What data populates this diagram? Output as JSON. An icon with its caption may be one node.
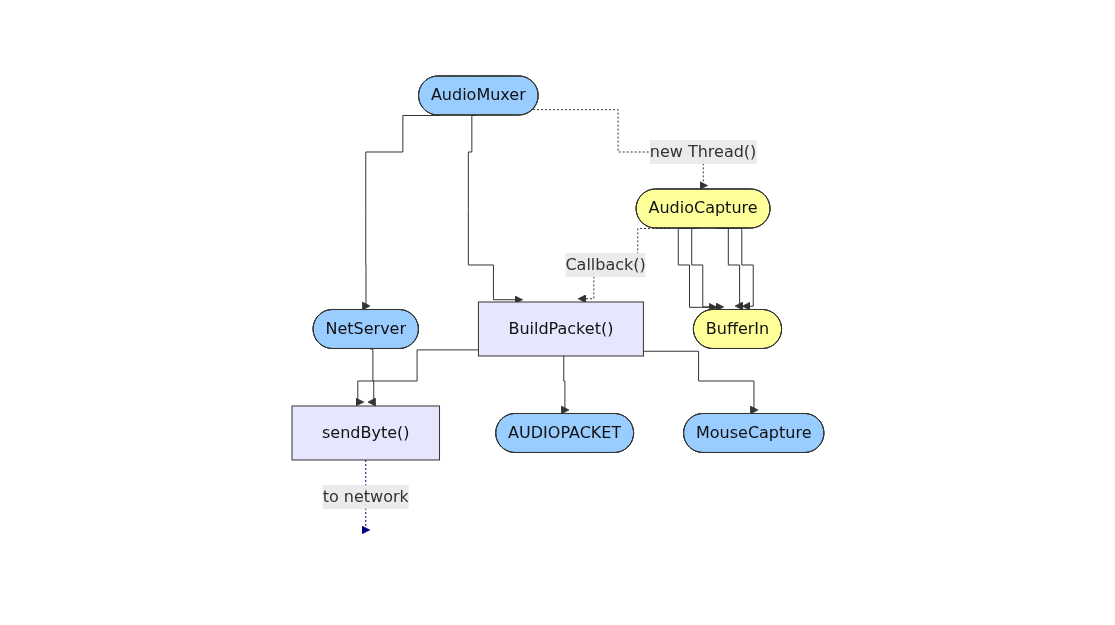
{
  "diagram": {
    "nodes": [
      {
        "text": [
          "AudioMuxer"
        ]
      },
      {
        "text": [
          "AudioCapture"
        ]
      },
      {
        "text": [
          "NetServer"
        ]
      },
      {
        "text": [
          "BuildPacket()"
        ]
      },
      {
        "text": [
          "BufferIn"
        ]
      },
      {
        "text": [
          "sendByte()"
        ]
      },
      {
        "text": [
          "AUDIOPACKET"
        ]
      },
      {
        "text": [
          "MouseCapture"
        ]
      }
    ],
    "edges": [
      {
        "from": 0,
        "to": 1,
        "arrow": "to",
        "label": "new Thread()",
        "style": "dashed"
      },
      {
        "from": 0,
        "to": 3,
        "arrow": "to"
      },
      {
        "from": 0,
        "to": 2,
        "arrow": "to"
      },
      {
        "from": 1,
        "to": 3,
        "arrow": "to",
        "label": "Callback()",
        "style": "dashed"
      },
      {
        "from": 1,
        "to": 4,
        "arrow": "to"
      },
      {
        "from": 1,
        "to": 4,
        "arrow": "to"
      },
      {
        "from": 1,
        "to": 4,
        "arrow": "to"
      },
      {
        "from": 1,
        "to": 4,
        "arrow": "to"
      },
      {
        "from": 3,
        "to": 7,
        "arrow": "to"
      },
      {
        "from": 3,
        "to": 6,
        "arrow": "to"
      },
      {
        "from": 3,
        "to": 5,
        "arrow": "to"
      },
      {
        "from": 2,
        "to": 5,
        "arrow": "to"
      },
      {
        "from": 5,
        "to": null,
        "arrow": "to",
        "label": "to network",
        "style": "dashed",
        "color": "#000080"
      }
    ]
  }
}
